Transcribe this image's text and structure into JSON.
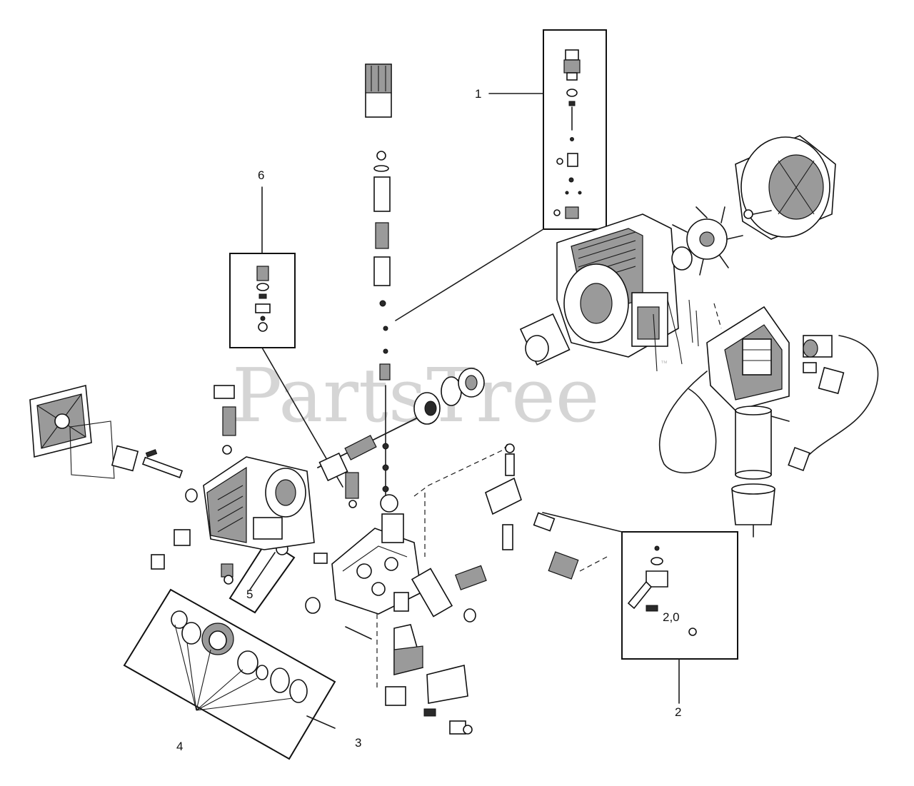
{
  "watermark": {
    "text": "PartsTree",
    "trademark": "™"
  },
  "callouts": [
    "1",
    "2",
    "3",
    "4",
    "5",
    "6"
  ],
  "colors": {
    "ink": "#111111",
    "watermark": "#c8c8c8",
    "background": "#ffffff"
  }
}
